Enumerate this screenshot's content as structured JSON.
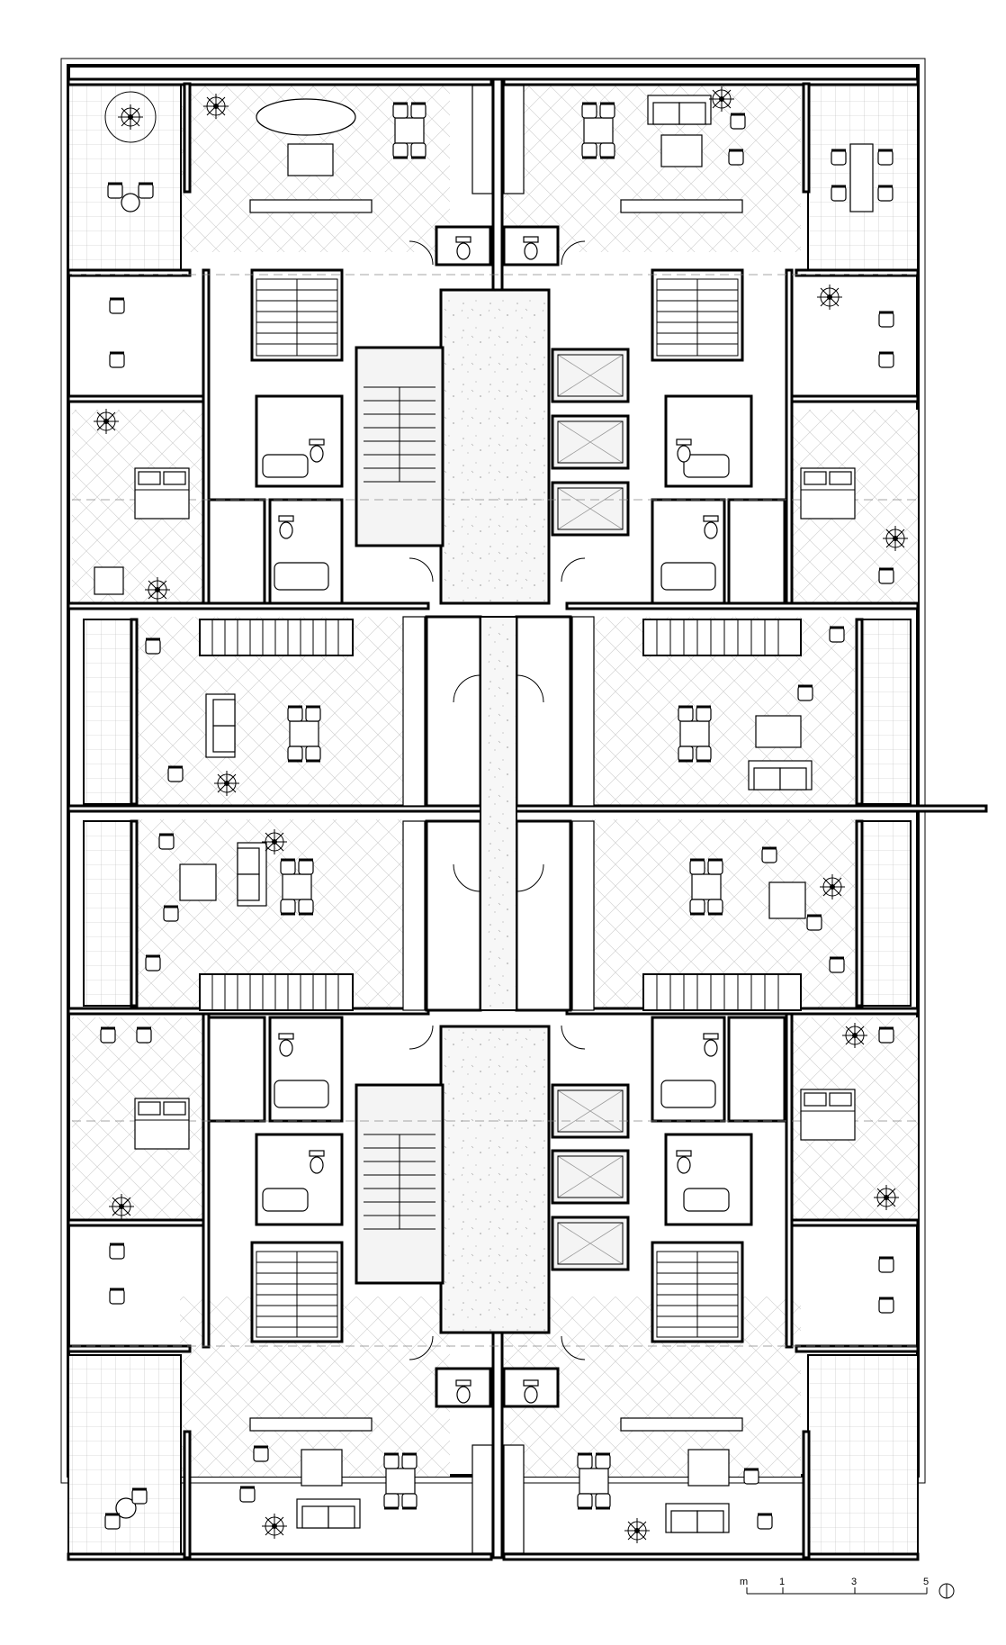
{
  "scale_bar": {
    "unit_label": "m",
    "ticks": [
      "1",
      "3",
      "5"
    ]
  },
  "colors": {
    "line": "#000000",
    "background": "#ffffff",
    "hatch": "#bbbbbb"
  },
  "icons": [
    "north-arrow-icon",
    "tree-icon",
    "plant-icon",
    "chair-icon",
    "table-icon",
    "bed-icon",
    "sofa-icon",
    "toilet-icon",
    "bathtub-icon",
    "elevator-icon",
    "stair-icon"
  ]
}
